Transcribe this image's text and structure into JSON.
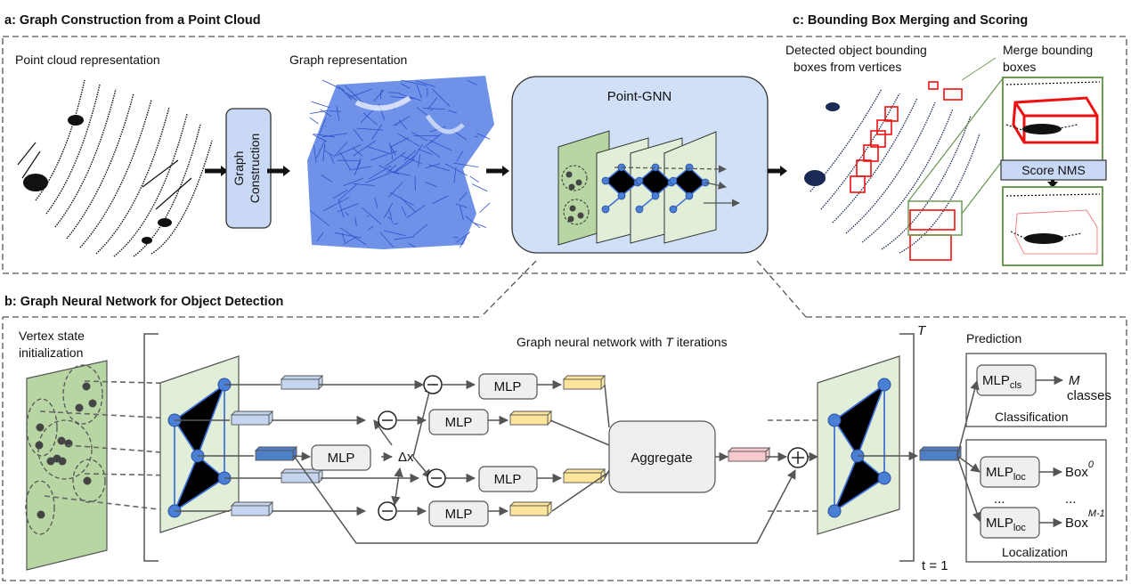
{
  "panel_a": {
    "title": "a: Graph Construction from a Point Cloud",
    "point_cloud_label": "Point cloud representation",
    "graph_label": "Graph representation",
    "construction_line1": "Graph",
    "construction_line2": "Construction",
    "pointgnn_label": "Point-GNN"
  },
  "panel_b": {
    "title": "b: Graph Neural Network for Object Detection",
    "vertex_state_line1": "Vertex state",
    "vertex_state_line2": "initialization",
    "gnn_caption_pre": "Graph neural network with ",
    "gnn_caption_T": "T",
    "gnn_caption_post": " iterations",
    "T_label": "T",
    "t_equals": "t = 1",
    "mlp": "MLP",
    "delta_x": "Δx",
    "aggregate": "Aggregate",
    "prediction": "Prediction",
    "mlp_cls_base": "MLP",
    "mlp_cls_sub": "cls",
    "mlp_loc_base": "MLP",
    "mlp_loc_sub": "loc",
    "M_label": "M",
    "classes": "classes",
    "classification": "Classification",
    "box": "Box",
    "box_sup0": "0",
    "box_supM": "M-1",
    "ellipsis": "...",
    "localization": "Localization"
  },
  "panel_c": {
    "title": "c: Bounding Box Merging and Scoring",
    "detected_line1": "Detected object bounding",
    "detected_line2": "boxes from vertices",
    "merge_line1": "Merge bounding",
    "merge_line2": "boxes",
    "score_nms": "Score NMS"
  },
  "colors": {
    "green_fill": "#e1efd8",
    "green_stroke": "#6f9a55",
    "gnn_bg": "#cfe0f7",
    "node_blue": "#4a7fd6",
    "edge_blue": "#3d6fd6",
    "feat_blue": "#4f7fc6",
    "feat_light": "#c5d5f0",
    "feat_yellow": "#fde59c",
    "feat_pink": "#f6c9cc",
    "box_gray": "#efefef",
    "bbox_red": "#ee1111"
  }
}
